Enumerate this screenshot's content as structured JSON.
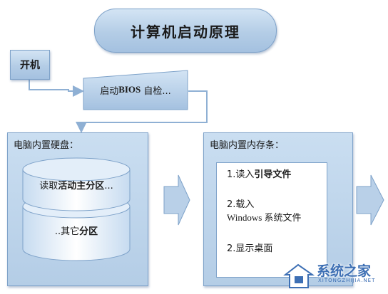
{
  "title": "计算机启动原理",
  "start": "开机",
  "bios": {
    "prefix": "启动 ",
    "code": "BIOS",
    "suffix": " 自检..."
  },
  "disk_panel": {
    "title": "电脑内置硬盘：",
    "partition_top": {
      "prefix": "读取",
      "bold": "活动主分区",
      "suffix": "..."
    },
    "partition_bottom": {
      "prefix": "..其它",
      "bold": "分区"
    }
  },
  "memory_panel": {
    "title": "电脑内置内存条：",
    "steps": [
      {
        "num": "1.读入",
        "bold": "引导文件"
      },
      {
        "line1": "2.载入",
        "line2": "Windows 系统文件"
      },
      {
        "num": "2.显示桌面"
      }
    ]
  },
  "watermark": {
    "text": "系统之家",
    "sub": "XITONGZHIJIA.NET"
  },
  "colors": {
    "fill_light": "#d3e4f4",
    "fill_dark": "#a4c1e0",
    "border": "#7ea2c9",
    "connector": "#8fb0d4"
  }
}
